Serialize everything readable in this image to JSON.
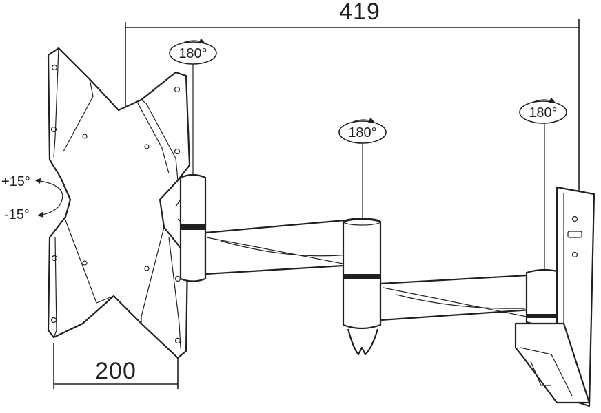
{
  "dimensions": {
    "width_label": "419",
    "plate_width_label": "200"
  },
  "rotations": {
    "joint_wall": "180°",
    "joint_middle": "180°",
    "joint_tv": "180°"
  },
  "tilt": {
    "up": "+15°",
    "down": "-15°"
  },
  "colors": {
    "line": "#231f20",
    "background": "#ffffff"
  }
}
